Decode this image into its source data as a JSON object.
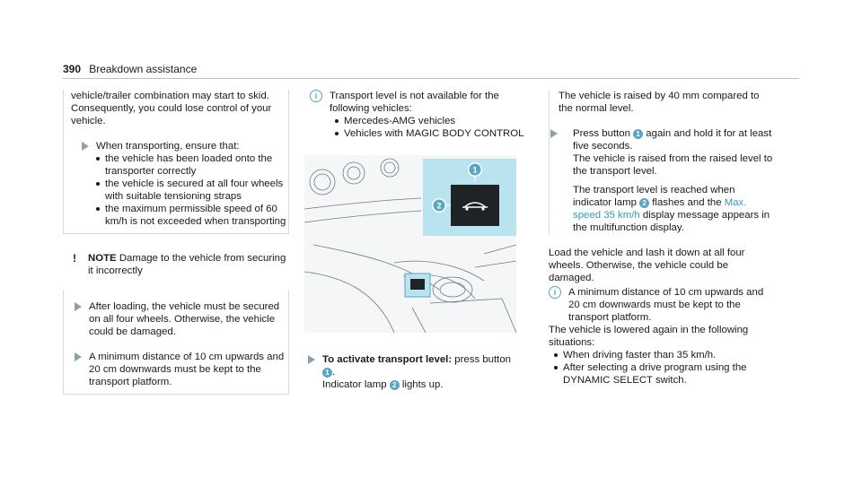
{
  "header": {
    "page_number": "390",
    "section": "Breakdown assistance"
  },
  "col1": {
    "intro": "vehicle/trailer combination may start to skid. Consequently, you could lose control of your vehicle.",
    "step1": "When transporting, ensure that:",
    "bullets": [
      "the vehicle has been loaded onto the transporter correctly",
      "the vehicle is secured at all four wheels with suitable tensioning straps",
      "the maximum permissible speed of 60 km/h is not exceeded when transporting"
    ],
    "note_label": "NOTE",
    "note_text": "Damage to the vehicle from securing it incorrectly",
    "step2": "After loading, the vehicle must be secured on all four wheels. Otherwise, the vehicle could be damaged.",
    "step3": "A minimum distance of 10 cm upwards and 20 cm downwards must be kept to the transport platform."
  },
  "col2": {
    "info_text": "Transport level is not available for the following vehicles:",
    "info_bullets": [
      "Mercedes-AMG vehicles",
      "Vehicles with MAGIC BODY CONTROL"
    ],
    "callout_1": "1",
    "callout_2": "2",
    "step_bold": "To activate transport level:",
    "step_text": "press button",
    "step_num": "1",
    "step_dot": ".",
    "indicator_pre": "Indicator lamp",
    "indicator_num": "2",
    "indicator_post": "lights up."
  },
  "col3": {
    "raised_text": "The vehicle is raised by 40 mm compared to the normal level.",
    "press_pre": "Press button",
    "press_num": "1",
    "press_post": "again and hold it for at least five seconds.",
    "press_line2": "The vehicle is raised from the raised level to the transport level.",
    "reached_pre": "The transport level is reached when indicator lamp",
    "reached_num": "2",
    "reached_mid": "flashes and the",
    "display_msg": "Max. speed 35 km/h",
    "reached_post": "display message appears in the multifunction display.",
    "load_text": "Load the vehicle and lash it down at all four wheels. Otherwise, the vehicle could be damaged.",
    "info_distance": "A minimum distance of 10 cm upwards and 20 cm downwards must be kept to the transport platform.",
    "lowered_text": "The vehicle is lowered again in the following situations:",
    "lowered_bullets": [
      "When driving faster than 35 km/h.",
      "After selecting a drive program using the DYNAMIC SELECT switch."
    ]
  },
  "colors": {
    "accent": "#5aa5c0",
    "link": "#3a97b9",
    "highlight": "#b9e3ee"
  },
  "icons": {
    "step": "arrow-right-icon",
    "note": "exclamation-icon",
    "info": "info-icon"
  }
}
